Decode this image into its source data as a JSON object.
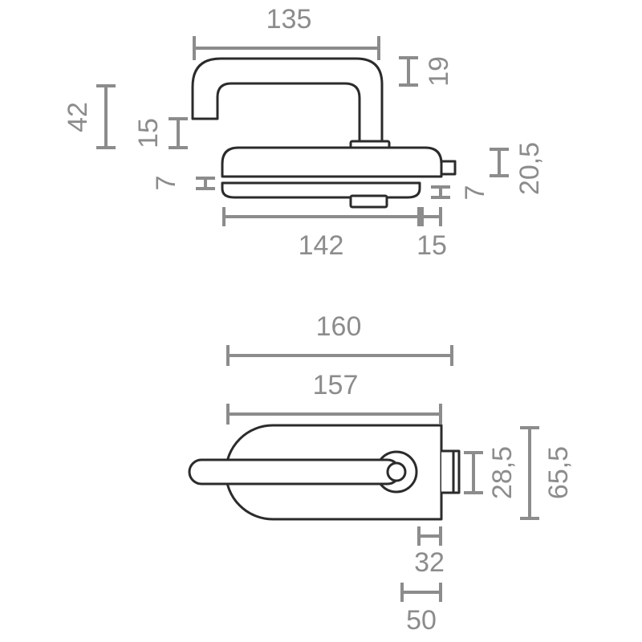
{
  "colors": {
    "dimension": "#8c8c8c",
    "outline": "#2b2b2b",
    "background": "#ffffff"
  },
  "side_view": {
    "dim_handle_length": "135",
    "dim_handle_thickness": "19",
    "dim_handle_height": "42",
    "dim_handle_tip": "15",
    "dim_plate_height": "20,5",
    "dim_lower_plate_left": "7",
    "dim_lower_plate_right": "7",
    "dim_body_length": "142",
    "dim_bolt_length": "15"
  },
  "front_view": {
    "dim_overall_width": "160",
    "dim_plate_width": "157",
    "dim_bolt_height": "28,5",
    "dim_plate_height": "65,5",
    "dim_small_gap": "32",
    "dim_offset": "50"
  }
}
